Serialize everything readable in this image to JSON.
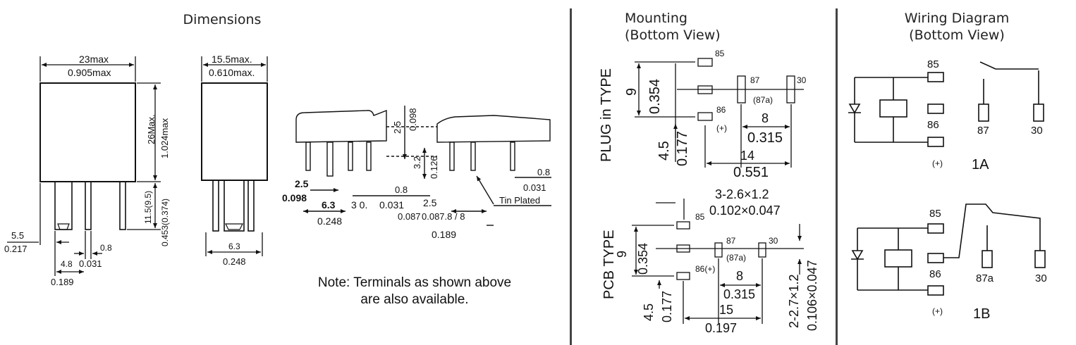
{
  "headers": {
    "dimensions": "Dimensions",
    "mounting_line1": "Mounting",
    "mounting_line2": "(Bottom View)",
    "wiring_line1": "Wiring Diagram",
    "wiring_line2": "(Bottom View)"
  },
  "front_view": {
    "width_mm": "23max",
    "width_in": "0.905max",
    "height_mm": "26Max.",
    "height_in": "1.024max",
    "pin_mm": "11.5(9.5)",
    "pin_in": "0.453(0.374)",
    "left_mm": "5.5",
    "left_in": "0.217",
    "pin_w_mm": "0.8",
    "pin_w_in": "0.031",
    "pitch_mm": "4.8",
    "pitch_in": "0.189"
  },
  "side_view": {
    "width_mm": "15.5max.",
    "width_in": "0.610max.",
    "pin_mm": "6.3",
    "pin_in": "0.248"
  },
  "terminal_view": {
    "t1_mm": "2.5",
    "t1_in": "0.098",
    "t2_mm": "6.3",
    "t2_in": "0.248",
    "t3": "3 0.",
    "t4_mm": "0.8",
    "t4_in": "0.031",
    "top_mm": "2.5",
    "top_in": "0.098",
    "h_mm": "3.2",
    "h_in": "0.126",
    "t5_mm": "2.5",
    "t5_in": "0.087",
    "t6": "0.087.8 / 8",
    "t7_in": "0.189",
    "tin_mm": "0.8",
    "tin_in": "0.031",
    "tin_label": "Tin Plated"
  },
  "note": {
    "line1": "Note: Terminals as shown above",
    "line2": "are also available."
  },
  "plug_type": {
    "label": "PLUG  in TYPE",
    "p85": "85",
    "p86": "86",
    "p87": "87",
    "p87a": "(87a)",
    "p30": "30",
    "plus": "(+)",
    "v_mm": "9",
    "v_in": "0.354",
    "b_mm": "4.5",
    "b_in": "0.177",
    "s_mm": "8",
    "s_in": "0.315",
    "w_mm": "14",
    "w_in": "0.551"
  },
  "pcb_type": {
    "label": "PCB TYPE",
    "hole1_mm": "3-2.6×1.2",
    "hole1_in": "0.102×0.047",
    "p85": "85",
    "p86": "86(+)",
    "p87": "87",
    "p87a": "(87a)",
    "p30": "30",
    "v_mm": "9",
    "v_in": "0.354",
    "b_mm": "4.5",
    "b_in": "0.177",
    "s_mm": "8",
    "s_in": "0.315",
    "w_mm": "15",
    "w_in": "0.197",
    "hole2_mm": "2-2.7×1.2",
    "hole2_in": "0.106×0.047"
  },
  "wiring_1a": {
    "p85": "85",
    "p86": "86",
    "p87": "87",
    "p30": "30",
    "plus": "(+)",
    "name": "1A"
  },
  "wiring_1b": {
    "p85": "85",
    "p86": "86",
    "p87a": "87a",
    "p30": "30",
    "plus": "(+)",
    "name": "1B"
  }
}
